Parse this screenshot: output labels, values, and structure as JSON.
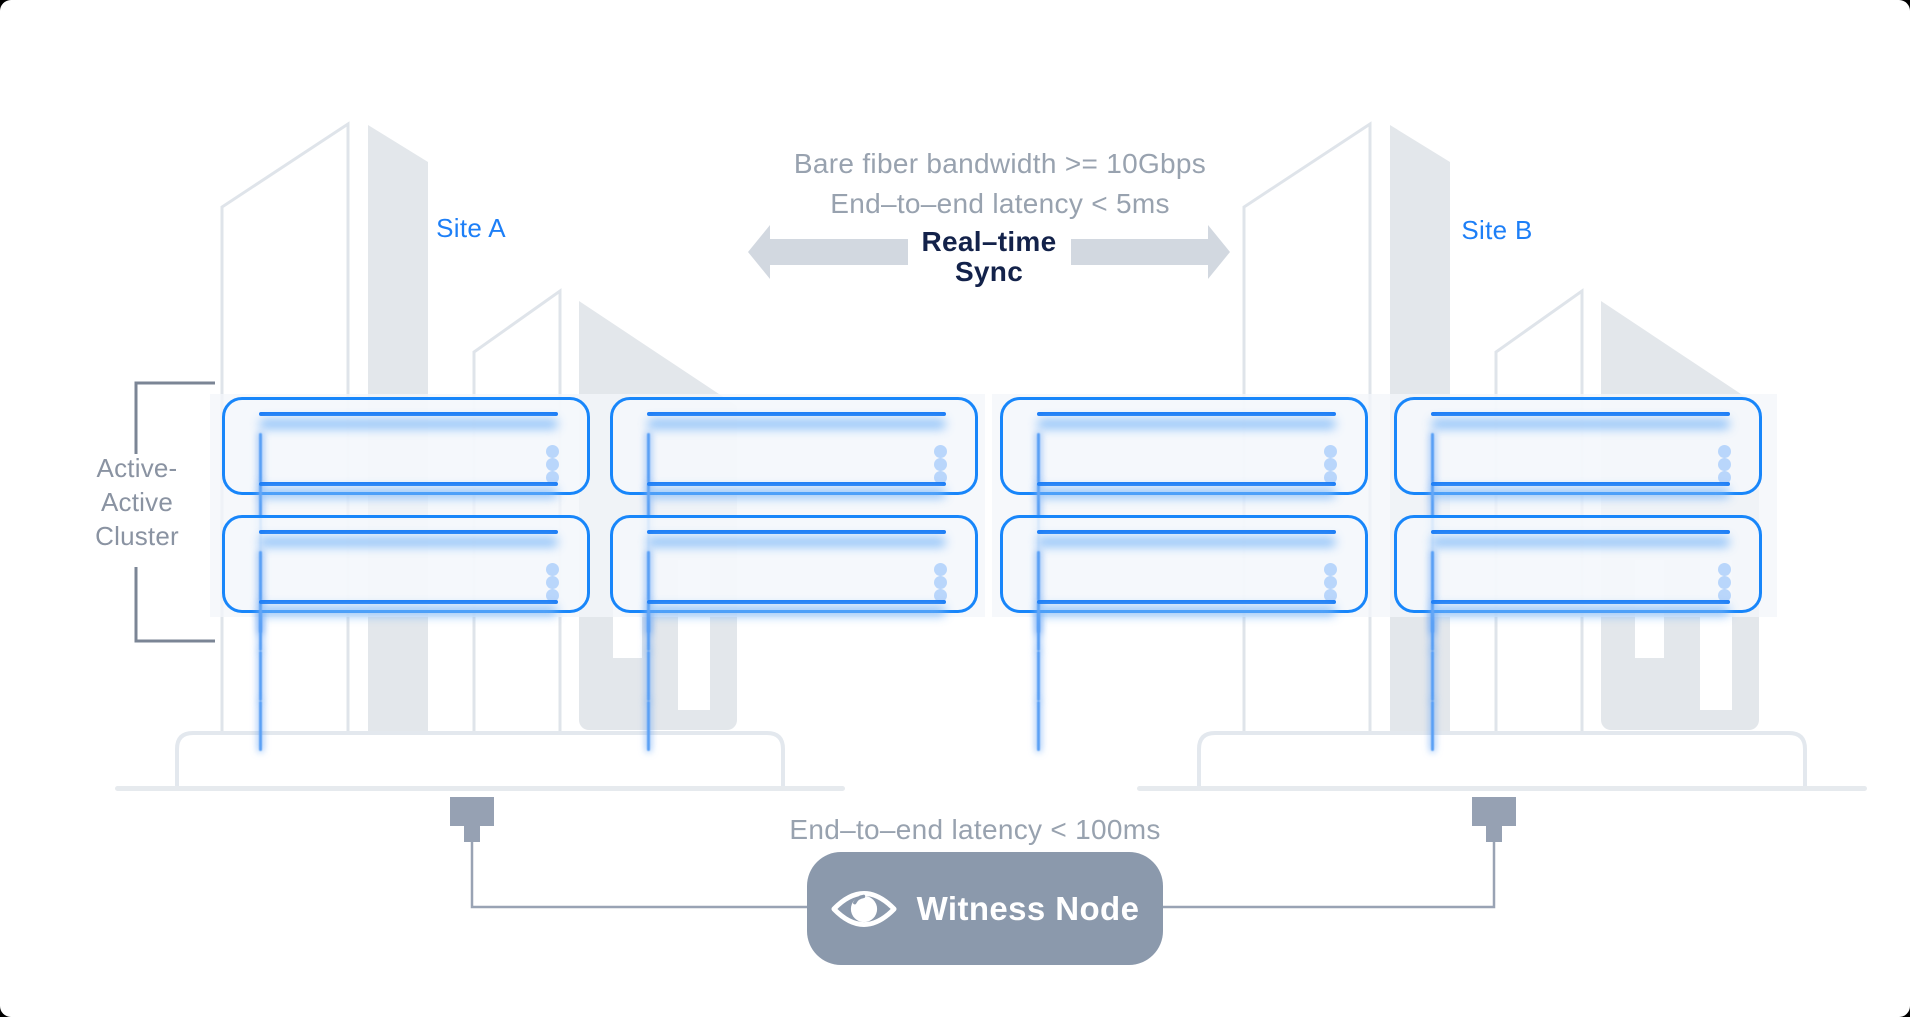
{
  "sites": [
    {
      "label": "Site A",
      "rack_rows": 2,
      "rack_cols": 2
    },
    {
      "label": "Site B",
      "rack_rows": 2,
      "rack_cols": 2
    }
  ],
  "interconnect": {
    "bandwidth": "Bare fiber bandwidth >= 10Gbps",
    "latency": "End–to–end latency < 5ms",
    "sync": [
      "Real–time",
      "Sync"
    ]
  },
  "cluster": {
    "label_lines": [
      "Active-",
      "Active",
      "Cluster"
    ]
  },
  "witness": {
    "latency": "End–to–end latency < 100ms",
    "label": "Witness Node",
    "icon": "eye-icon"
  },
  "colors": {
    "accent_blue": "#1886fa",
    "glow_blue": "#79b6f8",
    "led_blue": "#b9d6fb",
    "site_label_blue": "#1d7ff7",
    "text_gray": "#98a2af",
    "text_navy": "#13224a",
    "arrow_gray": "#d2d8e0",
    "building_gray": "#e3e7eb",
    "building_outline": "#dfe4ea",
    "witness_gray": "#8b99ac",
    "connector_gray": "#99a3b4",
    "background": "#ffffff"
  }
}
